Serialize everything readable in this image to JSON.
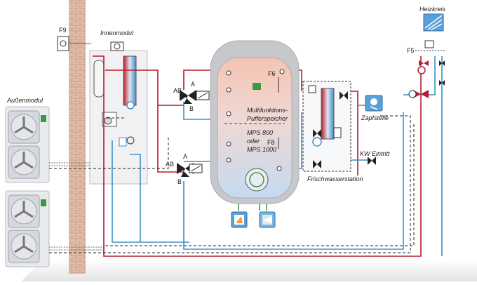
{
  "labels": {
    "heizkreis": "Heizkreis",
    "aussenmodul": "Außenmodul",
    "innenmodul": "Innenmodul",
    "f9": "F9",
    "f5": "F5",
    "f6": "F6",
    "f8": "F8",
    "ab_top": "AB",
    "a_top": "A",
    "b_top": "B",
    "ab_bottom": "AB",
    "a_bottom": "A",
    "b_bottom": "B",
    "tank_line1": "Multifunktions-",
    "tank_line2": "Pufferspeicher",
    "tank_line3": "MPS 800",
    "tank_line4": "oder",
    "tank_line5": "MPS 1000",
    "zapfstelle": "Zapfstelle",
    "kw_eintritt": "KW Eintritt",
    "frischwasserstation": "Frischwasserstation"
  },
  "colors": {
    "supply": "#b81c2e",
    "return": "#3d8fc8",
    "solar": "#3a9a44",
    "wall": "#d8ae98",
    "tank_hot": "#f4c4b2",
    "tank_cold": "#c4daf0"
  }
}
